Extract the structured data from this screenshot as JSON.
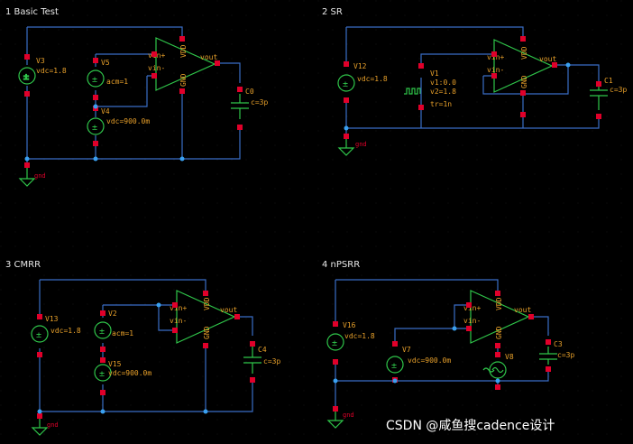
{
  "watermark": "CSDN @咸鱼搜cadence设计",
  "opamp_pins": {
    "in_plus": "vin+",
    "in_minus": "vin-",
    "out": "vout",
    "vdd": "VDD",
    "gnd": "GND"
  },
  "panel1": {
    "title": "1 Basic Test",
    "v3": "V3",
    "v3_val": "vdc=1.8",
    "v5": "V5",
    "v5_val": "acm=1",
    "v4": "V4",
    "v4_val": "vdc=900.0m",
    "c0": "C0",
    "c0_val": "c=3p",
    "gnd": "gnd"
  },
  "panel2": {
    "title": "2 SR",
    "v12": "V12",
    "v12_val": "vdc=1.8",
    "v1": "V1",
    "v1_v1": "v1:0.0",
    "v1_v2": "v2=1.8",
    "v1_tr": "tr=1n",
    "c1": "C1",
    "c1_val": "c=3p",
    "gnd": "gnd"
  },
  "panel3": {
    "title": "3 CMRR",
    "v13": "V13",
    "v13_val": "vdc=1.8",
    "v2": "V2",
    "v2_val": "acm=1",
    "v15": "V15",
    "v15_val": "vdc=900.0m",
    "c4": "C4",
    "c4_val": "c=3p",
    "gnd": "gnd"
  },
  "panel4": {
    "title": "4 nPSRR",
    "v16": "V16",
    "v16_val": "vdc=1.8",
    "v7": "V7",
    "v7_val": "vdc=900.0m",
    "v8": "V8",
    "c3": "C3",
    "c3_val": "c=3p",
    "gnd": "gnd"
  }
}
